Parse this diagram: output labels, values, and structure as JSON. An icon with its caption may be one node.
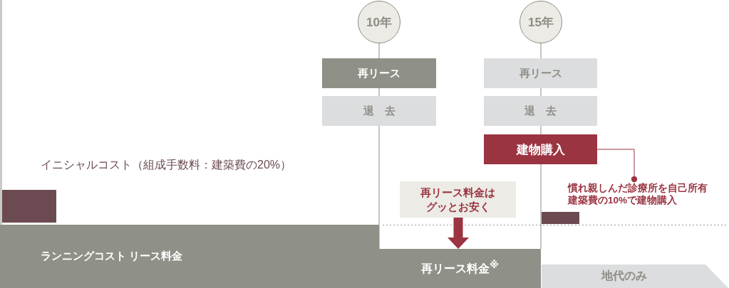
{
  "diagram": {
    "nodes": [
      {
        "text": [
          "10年"
        ]
      },
      {
        "text": [
          "再リース"
        ]
      },
      {
        "text": [
          "退　去"
        ]
      },
      {
        "text": [
          "15年"
        ]
      },
      {
        "text": [
          "再リース"
        ]
      },
      {
        "text": [
          "退　去"
        ]
      },
      {
        "text": [
          "建物購入"
        ]
      },
      {
        "text": [
          "慣れ親しんだ診療所を自己所有建築費の10%で建物購入"
        ]
      },
      {
        "text": [],
        "shape": "bar",
        "beside": [
          "イニシャルコスト（組成手数料：建築費の20%）"
        ]
      },
      {
        "text": [
          "再リース料金はグッとお安く"
        ]
      },
      {
        "text": [],
        "shape": "bar"
      },
      {
        "text": [
          "ランニングコスト リース料金"
        ]
      },
      {
        "text": [
          "再リース料金$^{※}$"
        ]
      },
      {
        "text": [
          "地代のみ"
        ]
      }
    ],
    "edges": [
      {
        "from": 0,
        "to": 1,
        "arrow": "none"
      },
      {
        "from": 1,
        "to": 2,
        "arrow": "none"
      },
      {
        "from": 2,
        "to": 12,
        "arrow": "none"
      },
      {
        "from": 3,
        "to": 4,
        "arrow": "none"
      },
      {
        "from": 4,
        "to": 5,
        "arrow": "none"
      },
      {
        "from": 5,
        "to": 6,
        "arrow": "none"
      },
      {
        "from": 6,
        "to": 12,
        "arrow": "none"
      },
      {
        "from": 6,
        "to": 7,
        "arrow": "other",
        "color": "#9b3441"
      },
      {
        "from": 9,
        "to": 12,
        "arrow": "to",
        "style": "thick",
        "color": "#9b3441"
      }
    ]
  }
}
